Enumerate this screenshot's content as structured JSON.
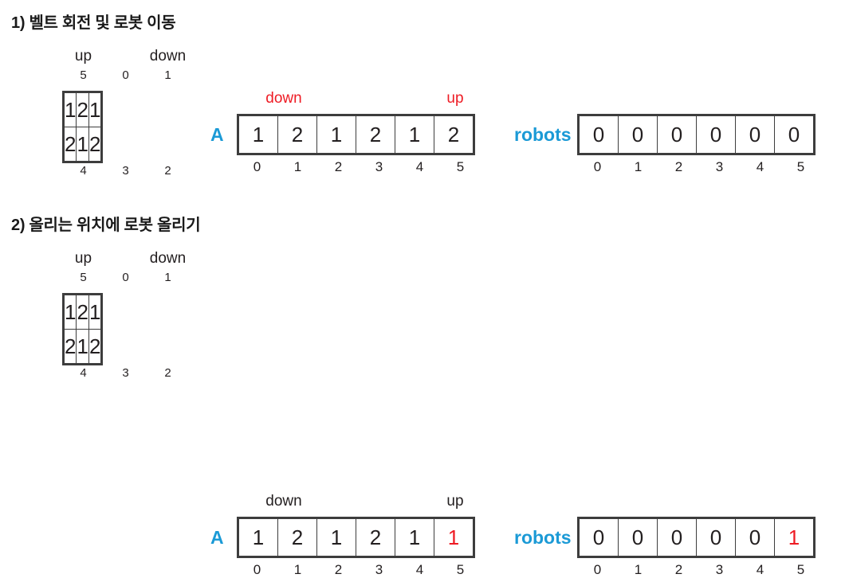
{
  "colors": {
    "accent_blue": "#1b9ad6",
    "highlight_red": "#ee1b24",
    "ink": "#231f20",
    "border": "#3d3d3d",
    "background": "#ffffff"
  },
  "sections": [
    {
      "title": "1) 벨트 회전 및 로봇 이동",
      "belt": {
        "top_labels": [
          "up",
          "",
          "down"
        ],
        "top_index": [
          "5",
          "0",
          "1"
        ],
        "rows": [
          [
            "1",
            "2",
            "1"
          ],
          [
            "2",
            "1",
            "2"
          ]
        ],
        "bottom_index": [
          "4",
          "3",
          "2"
        ]
      },
      "array_a": {
        "label": "A",
        "top_label_down": "down",
        "top_label_up": "up",
        "top_label_color": "red",
        "values": [
          "1",
          "2",
          "1",
          "2",
          "1",
          "2"
        ],
        "highlight": [
          false,
          false,
          false,
          false,
          false,
          false
        ],
        "index": [
          "0",
          "1",
          "2",
          "3",
          "4",
          "5"
        ]
      },
      "array_robots": {
        "label": "robots",
        "values": [
          "0",
          "0",
          "0",
          "0",
          "0",
          "0"
        ],
        "highlight": [
          false,
          false,
          false,
          false,
          false,
          false
        ],
        "index": [
          "0",
          "1",
          "2",
          "3",
          "4",
          "5"
        ]
      }
    },
    {
      "title": "2) 올리는 위치에 로봇 올리기",
      "belt": {
        "top_labels": [
          "up",
          "",
          "down"
        ],
        "top_index": [
          "5",
          "0",
          "1"
        ],
        "rows": [
          [
            "1",
            "2",
            "1"
          ],
          [
            "2",
            "1",
            "2"
          ]
        ],
        "bottom_index": [
          "4",
          "3",
          "2"
        ]
      },
      "array_a": {
        "label": "A",
        "top_label_down": "down",
        "top_label_up": "up",
        "top_label_color": "black",
        "values": [
          "1",
          "2",
          "1",
          "2",
          "1",
          "1"
        ],
        "highlight": [
          false,
          false,
          false,
          false,
          false,
          true
        ],
        "index": [
          "0",
          "1",
          "2",
          "3",
          "4",
          "5"
        ]
      },
      "array_robots": {
        "label": "robots",
        "values": [
          "0",
          "0",
          "0",
          "0",
          "0",
          "1"
        ],
        "highlight": [
          false,
          false,
          false,
          false,
          false,
          true
        ],
        "index": [
          "0",
          "1",
          "2",
          "3",
          "4",
          "5"
        ]
      }
    }
  ]
}
